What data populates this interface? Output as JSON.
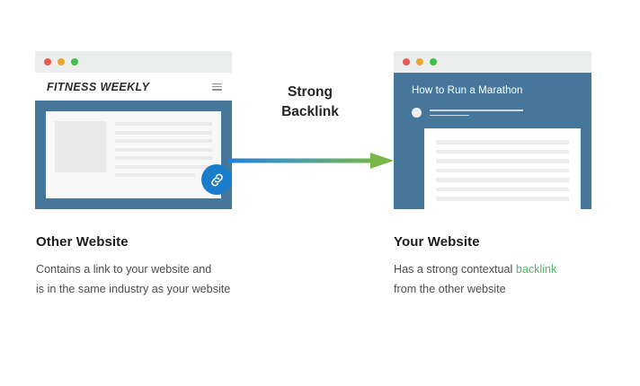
{
  "colors": {
    "window_body_blue": "#46779b",
    "link_badge_blue": "#1b7cc9",
    "arrow_start": "#2680d8",
    "arrow_end": "#7ab648",
    "highlight_green": "#56b568",
    "dot_red": "#eb5b50",
    "dot_yellow": "#eda52d",
    "dot_green": "#3fc04b",
    "chrome_grey": "#eceded",
    "placeholder_grey": "#eaeaea"
  },
  "left_window": {
    "traffic_lights": [
      "close-dot",
      "minimize-dot",
      "maximize-dot"
    ],
    "site_logo": "FITNESS WEEKLY",
    "menu_icon": "hamburger-menu-icon",
    "article": {
      "thumbnail": "image-placeholder",
      "text_line_count": 7,
      "link_icon": "chain-link-icon"
    }
  },
  "right_window": {
    "traffic_lights": [
      "close-dot",
      "minimize-dot",
      "maximize-dot"
    ],
    "post_title": "How to Run a Marathon",
    "byline": {
      "avatar": "author-avatar",
      "line_count": 2
    },
    "post_body": {
      "text_line_count": 7
    }
  },
  "arrow": {
    "caption_line_1": "Strong",
    "caption_line_2": "Backlink",
    "direction": "left-to-right",
    "icon": "arrow-right-icon"
  },
  "left_caption": {
    "title": "Other Website",
    "line_1": "Contains a link to your website and",
    "line_2": "is in the same industry as your website"
  },
  "right_caption": {
    "title": "Your Website",
    "line_1_pre": "Has a strong contextual ",
    "line_1_highlight": "backlink",
    "line_2": "from the other website"
  }
}
